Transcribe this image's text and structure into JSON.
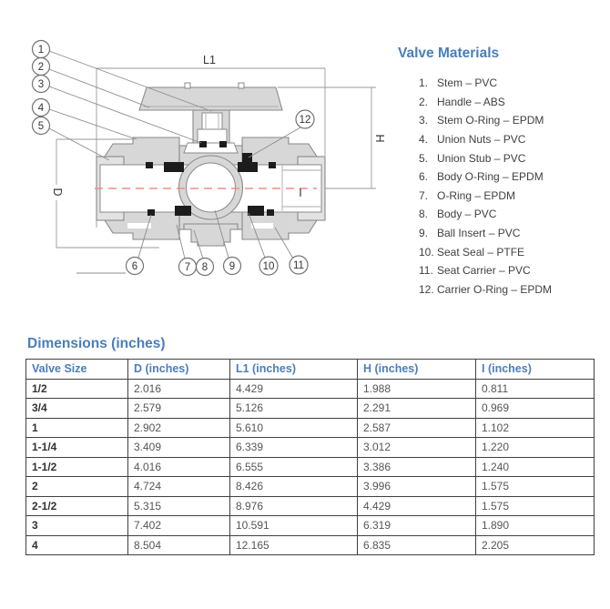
{
  "colors": {
    "accent_blue": "#4a7ebb",
    "body_gray": "#d7d7d7",
    "outline_gray": "#8a8a8a",
    "seal_black": "#1c1c1c",
    "centerline_red": "#f28a8a"
  },
  "diagram": {
    "dim_labels": {
      "l1": "L1",
      "h": "H",
      "d": "D",
      "i": "I"
    },
    "callouts": [
      {
        "label": "1"
      },
      {
        "label": "2"
      },
      {
        "label": "3"
      },
      {
        "label": "4"
      },
      {
        "label": "5"
      },
      {
        "label": "6"
      },
      {
        "label": "7"
      },
      {
        "label": "8"
      },
      {
        "label": "9"
      },
      {
        "label": "10"
      },
      {
        "label": "11"
      },
      {
        "label": "12"
      }
    ]
  },
  "materials": {
    "title": "Valve Materials",
    "items": [
      {
        "num": "1.",
        "text": "Stem – PVC"
      },
      {
        "num": "2.",
        "text": "Handle – ABS"
      },
      {
        "num": "3.",
        "text": "Stem O-Ring – EPDM"
      },
      {
        "num": "4.",
        "text": "Union Nuts – PVC"
      },
      {
        "num": "5.",
        "text": "Union Stub – PVC"
      },
      {
        "num": "6.",
        "text": "Body O-Ring – EPDM"
      },
      {
        "num": "7.",
        "text": "O-Ring – EPDM"
      },
      {
        "num": "8.",
        "text": "Body – PVC"
      },
      {
        "num": "9.",
        "text": "Ball Insert – PVC"
      },
      {
        "num": "10.",
        "text": "Seat Seal – PTFE"
      },
      {
        "num": "11.",
        "text": "Seat Carrier – PVC"
      },
      {
        "num": "12.",
        "text": "Carrier O-Ring – EPDM"
      }
    ]
  },
  "dimensions": {
    "title": "Dimensions (inches)",
    "headers": [
      "Valve Size",
      "D (inches)",
      "L1 (inches)",
      "H (inches)",
      "I (inches)"
    ],
    "rows": [
      [
        "1/2",
        "2.016",
        "4.429",
        "1.988",
        "0.811"
      ],
      [
        "3/4",
        "2.579",
        "5.126",
        "2.291",
        "0.969"
      ],
      [
        "1",
        "2.902",
        "5.610",
        "2.587",
        "1.102"
      ],
      [
        "1-1/4",
        "3.409",
        "6.339",
        "3.012",
        "1.220"
      ],
      [
        "1-1/2",
        "4.016",
        "6.555",
        "3.386",
        "1.240"
      ],
      [
        "2",
        "4.724",
        "8.426",
        "3.996",
        "1.575"
      ],
      [
        "2-1/2",
        "5.315",
        "8.976",
        "4.429",
        "1.575"
      ],
      [
        "3",
        "7.402",
        "10.591",
        "6.319",
        "1.890"
      ],
      [
        "4",
        "8.504",
        "12.165",
        "6.835",
        "2.205"
      ]
    ]
  }
}
